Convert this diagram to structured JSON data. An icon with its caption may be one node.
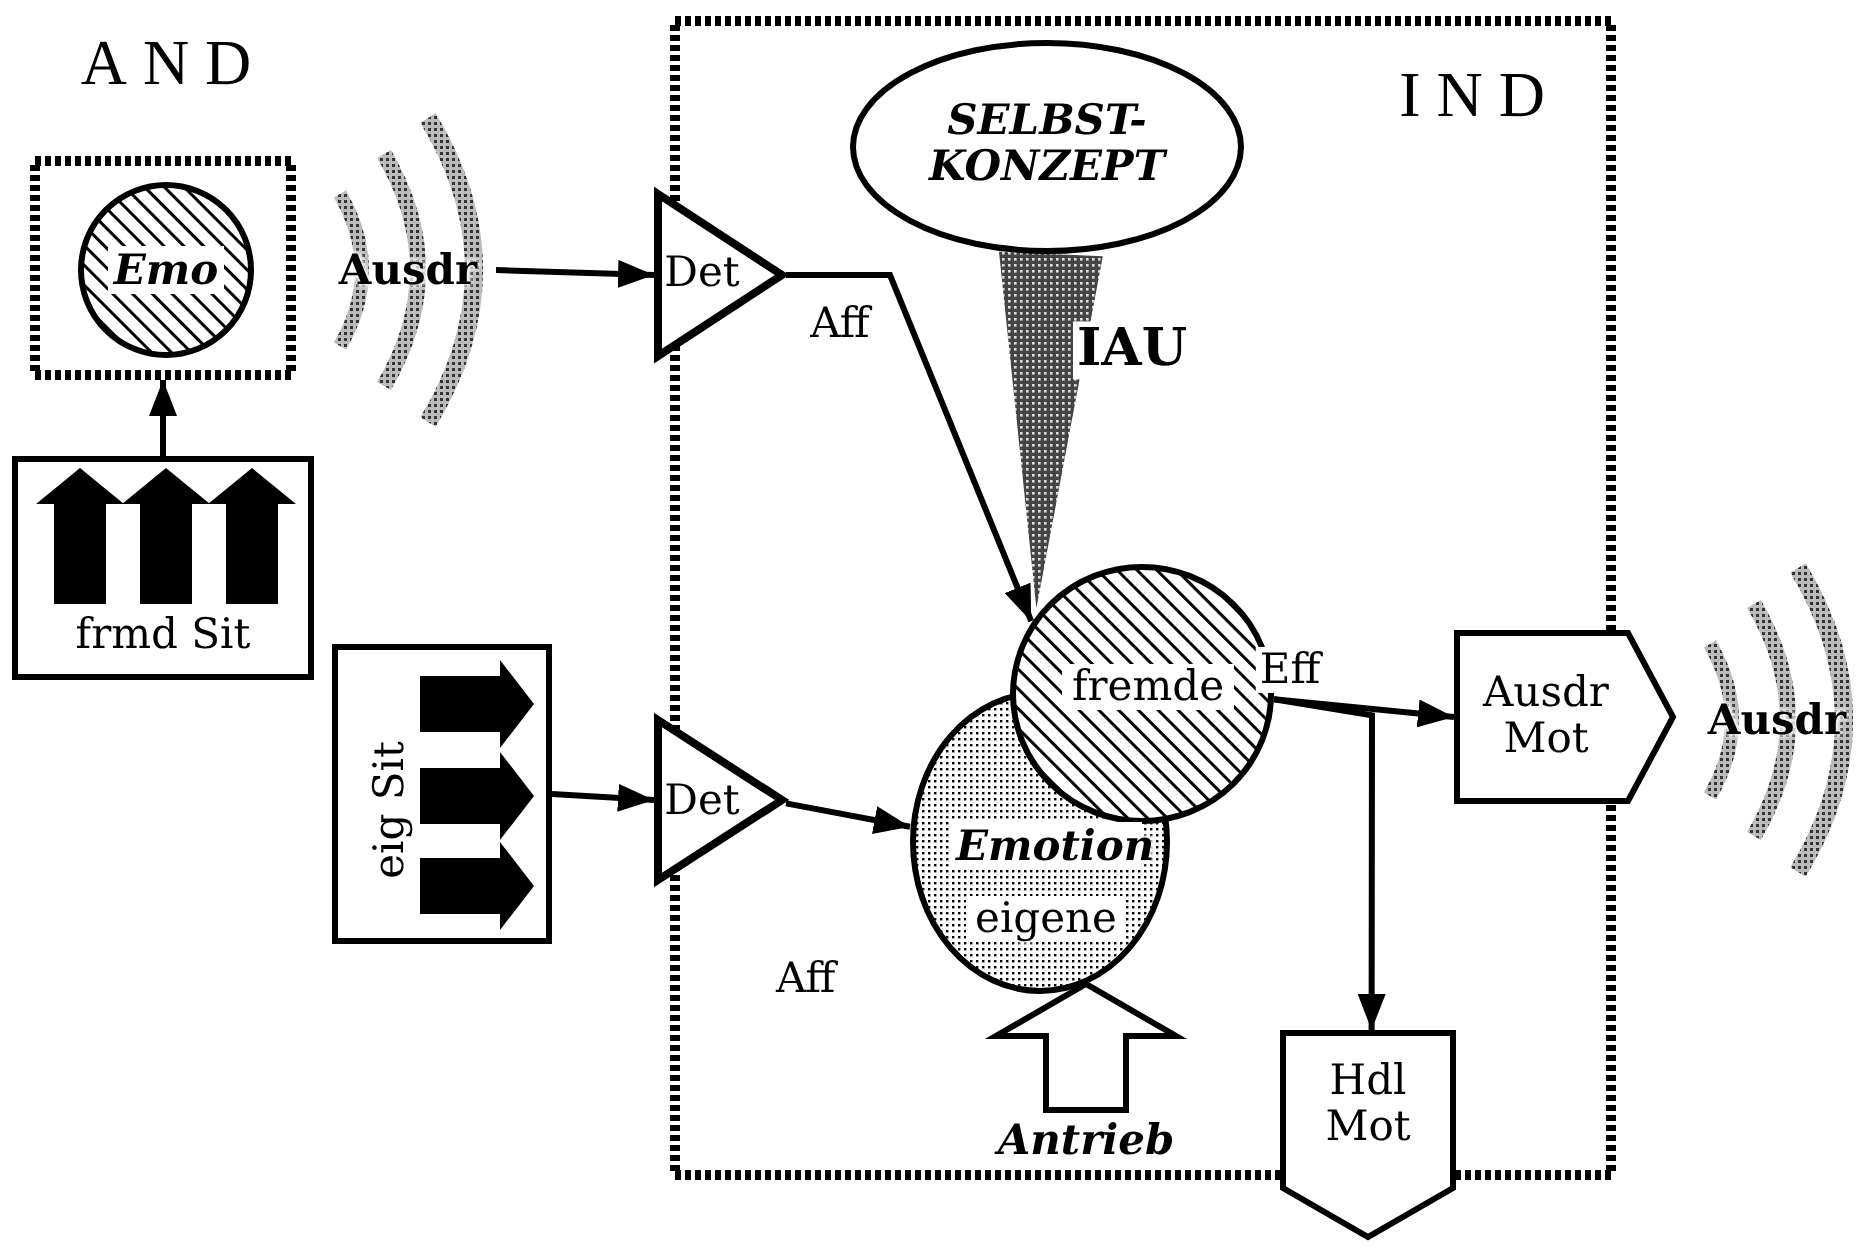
{
  "diagram": {
    "nodes": [
      {
        "text": [
          "AND"
        ]
      },
      {
        "text": [
          "Emo"
        ],
        "in": 0
      },
      {
        "text": [
          "Ausdr"
        ]
      },
      {
        "text": [
          "IND"
        ]
      },
      {
        "text": [
          "SELBST- KONZEPT"
        ],
        "in": 3
      },
      {
        "text": [
          "Det"
        ]
      },
      {
        "text": [
          "frmd Sit"
        ]
      },
      {
        "text": [
          "eig Sit"
        ]
      },
      {
        "text": [
          "Det"
        ]
      },
      {
        "text": [
          "Emotion",
          "eigene"
        ],
        "in": 3
      },
      {
        "text": [
          "fremde"
        ],
        "in": 3
      },
      {
        "text": [
          "Ausdr Mot"
        ]
      },
      {
        "text": [
          "Ausdr"
        ]
      },
      {
        "text": [
          "Hdl Mot"
        ]
      },
      {
        "text": [
          "Antrieb"
        ],
        "in": 3
      }
    ],
    "edges": [
      {
        "from": 6,
        "to": 0,
        "arrow": "to"
      },
      {
        "from": 2,
        "to": 5,
        "arrow": "to"
      },
      {
        "from": 5,
        "to": 10,
        "arrow": "to",
        "label": "Aff"
      },
      {
        "from": 4,
        "to": 10,
        "arrow": "none",
        "label": "IAU",
        "style": "thick"
      },
      {
        "from": 7,
        "to": 8,
        "arrow": "to"
      },
      {
        "from": 8,
        "to": 9,
        "arrow": "to"
      },
      {
        "from": 10,
        "to": 11,
        "arrow": "to",
        "label": "Eff"
      },
      {
        "from": 10,
        "to": 13,
        "arrow": "to"
      },
      {
        "from": 14,
        "to": 9,
        "arrow": "to",
        "style": "thick"
      }
    ],
    "labels": [
      "Aff"
    ]
  }
}
